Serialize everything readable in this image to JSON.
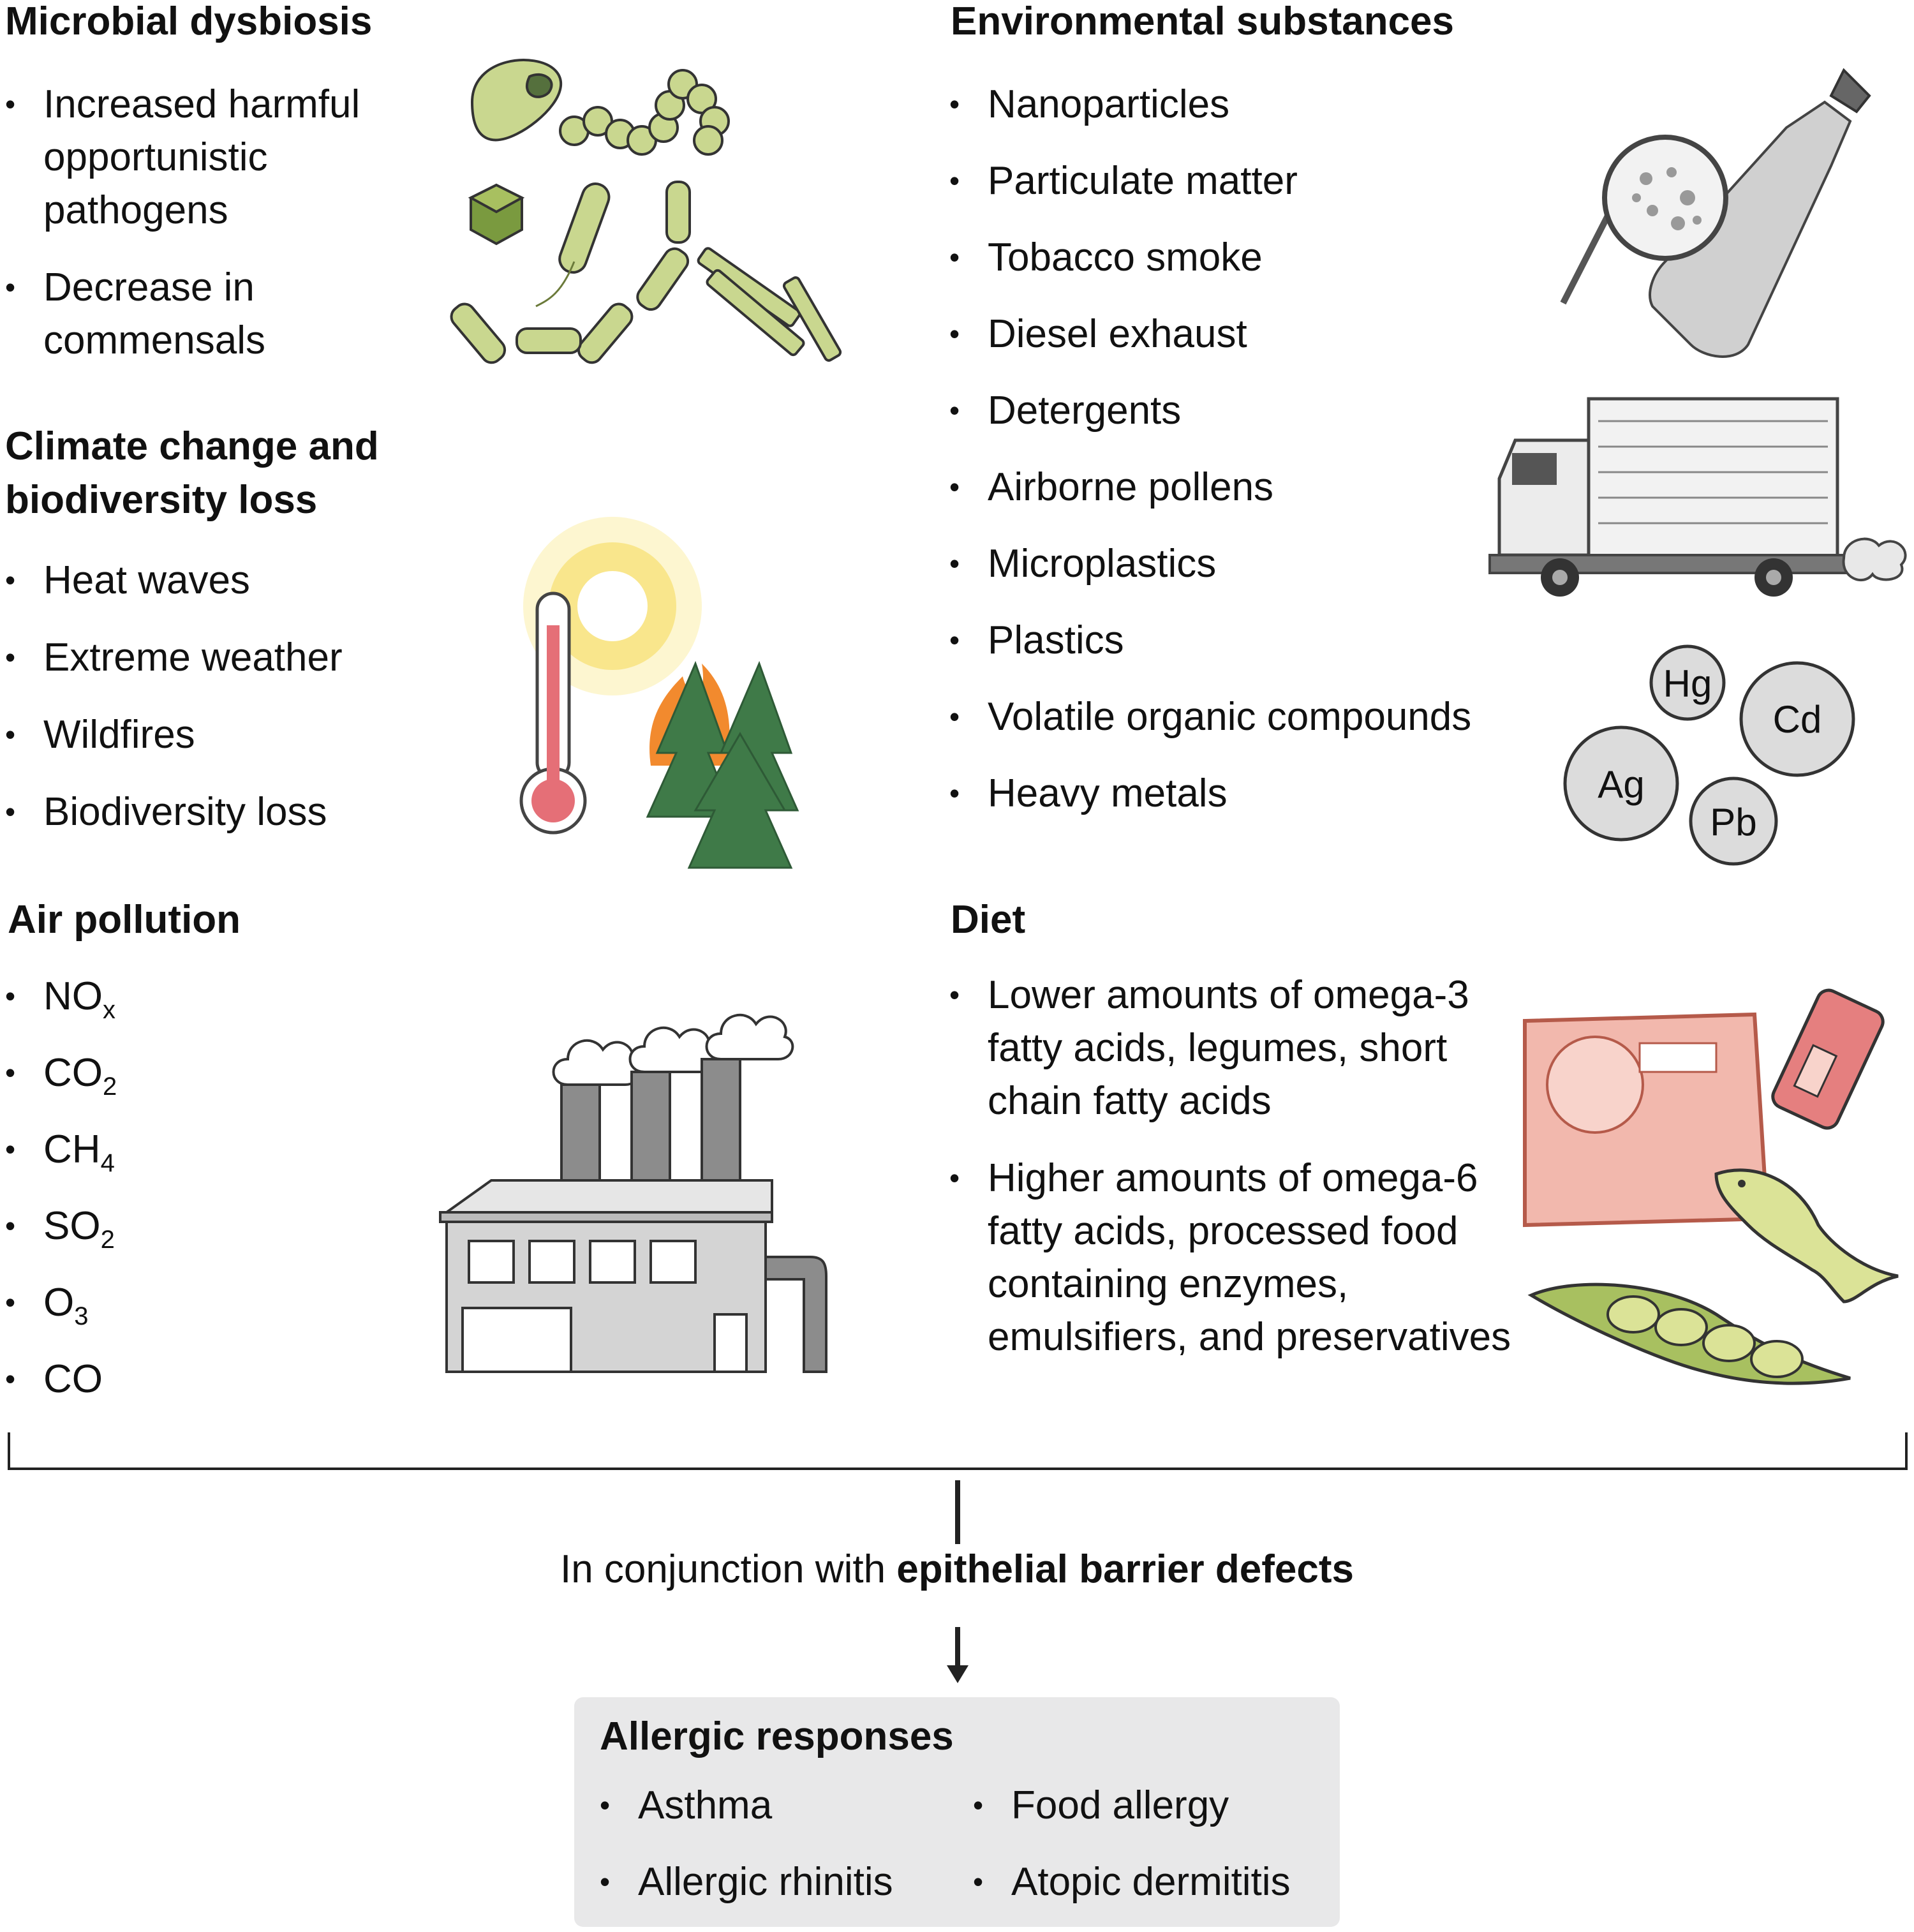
{
  "microbial": {
    "title": "Microbial dysbiosis",
    "items": [
      "Increased harmful opportunistic pathogens",
      "Decrease in commensals"
    ]
  },
  "climate": {
    "title_line1": "Climate change and",
    "title_line2": "biodiversity loss",
    "items": [
      "Heat waves",
      "Extreme weather",
      "Wildfires",
      "Biodiversity loss"
    ]
  },
  "air": {
    "title": "Air pollution",
    "items": [
      {
        "base": "NO",
        "sub": "x"
      },
      {
        "base": "CO",
        "sub": "2"
      },
      {
        "base": "CH",
        "sub": "4"
      },
      {
        "base": "SO",
        "sub": "2"
      },
      {
        "base": "O",
        "sub": "3"
      },
      {
        "base": "CO",
        "sub": ""
      }
    ]
  },
  "environmental": {
    "title": "Environmental substances",
    "items": [
      "Nanoparticles",
      "Particulate matter",
      "Tobacco smoke",
      "Diesel exhaust",
      "Detergents",
      "Airborne pollens",
      "Microplastics",
      "Plastics",
      "Volatile organic compounds",
      "Heavy metals"
    ]
  },
  "metals": [
    "Hg",
    "Cd",
    "Ag",
    "Pb"
  ],
  "diet": {
    "title": "Diet",
    "items": [
      "Lower amounts of omega-3 fatty acids, legumes, short chain fatty acids",
      "Higher amounts of omega-6 fatty acids, processed food containing enzymes, emulsifiers, and preservatives"
    ]
  },
  "conjunction": {
    "prefix": "In conjunction with ",
    "bold": "epithelial barrier defects"
  },
  "allergic": {
    "title": "Allergic responses",
    "items": [
      "Asthma",
      "Allergic rhinitis",
      "Food allergy",
      "Atopic dermititis"
    ]
  },
  "colors": {
    "microbe": "#c9d78f",
    "tree": "#3f7a48",
    "fire": "#f28a2e",
    "sun": "#f7e27a",
    "thermometer_fill": "#e56f77",
    "metal": "#dcdcdc",
    "box": "#e8e8e9"
  }
}
